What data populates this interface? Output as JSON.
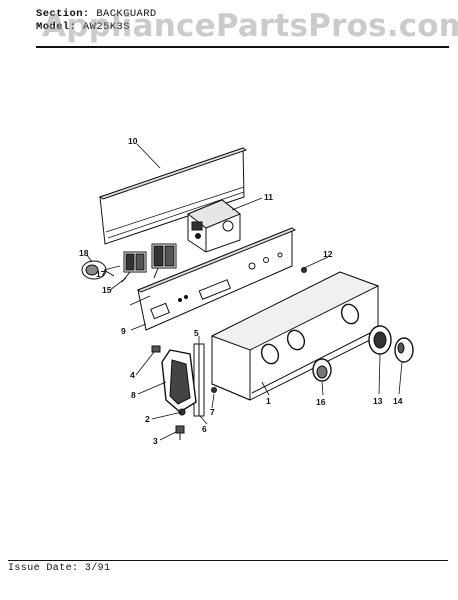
{
  "header": {
    "section_label": "Section:",
    "section_value": "BACKGUARD",
    "model_label": "Model:",
    "model_value": "AW25K3S"
  },
  "watermark": "AppliancePartsPros.com",
  "footer": {
    "issue_label": "Issue Date:",
    "issue_value": "3/91"
  },
  "callouts": {
    "p1": "1",
    "p2": "2",
    "p3": "3",
    "p4": "4",
    "p5": "5",
    "p6": "6",
    "p7": "7",
    "p8": "8",
    "p9": "9",
    "p10": "10",
    "p11": "11",
    "p12": "12",
    "p13": "13",
    "p14": "14",
    "p15": "15",
    "p16": "16",
    "p17": "17",
    "p18": "18"
  }
}
